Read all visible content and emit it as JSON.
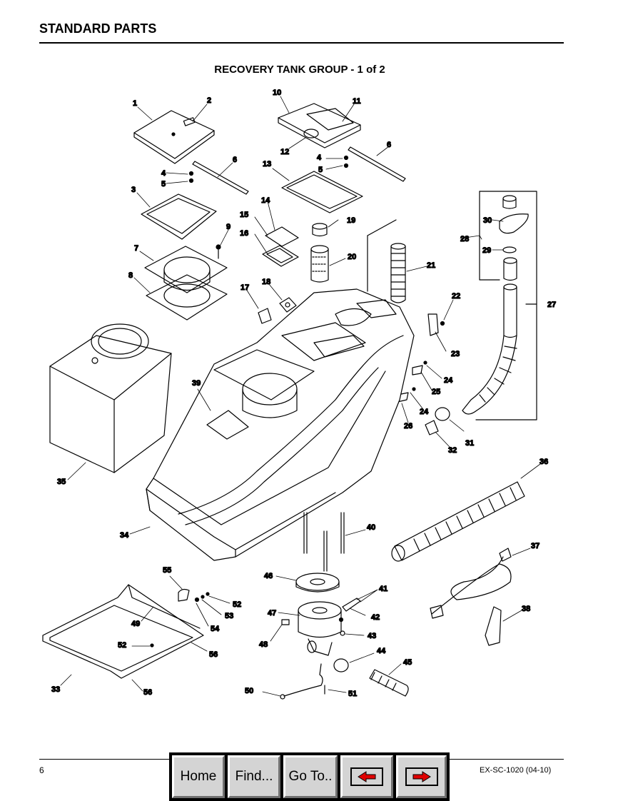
{
  "header": {
    "title": "STANDARD PARTS"
  },
  "section": {
    "title": "RECOVERY TANK GROUP - 1 of 2"
  },
  "callouts": [
    {
      "id": "c1",
      "text": "1"
    },
    {
      "id": "c2",
      "text": "2"
    },
    {
      "id": "c3",
      "text": "3"
    },
    {
      "id": "c4a",
      "text": "4"
    },
    {
      "id": "c4b",
      "text": "4"
    },
    {
      "id": "c5a",
      "text": "5"
    },
    {
      "id": "c5b",
      "text": "5"
    },
    {
      "id": "c6a",
      "text": "6"
    },
    {
      "id": "c6b",
      "text": "6"
    },
    {
      "id": "c7",
      "text": "7"
    },
    {
      "id": "c8",
      "text": "8"
    },
    {
      "id": "c9",
      "text": "9"
    },
    {
      "id": "c10",
      "text": "10"
    },
    {
      "id": "c11",
      "text": "11"
    },
    {
      "id": "c12",
      "text": "12"
    },
    {
      "id": "c13",
      "text": "13"
    },
    {
      "id": "c14",
      "text": "14"
    },
    {
      "id": "c15",
      "text": "15"
    },
    {
      "id": "c16",
      "text": "16"
    },
    {
      "id": "c17",
      "text": "17"
    },
    {
      "id": "c18",
      "text": "18"
    },
    {
      "id": "c19",
      "text": "19"
    },
    {
      "id": "c20",
      "text": "20"
    },
    {
      "id": "c21",
      "text": "21"
    },
    {
      "id": "c22",
      "text": "22"
    },
    {
      "id": "c23",
      "text": "23"
    },
    {
      "id": "c24a",
      "text": "24"
    },
    {
      "id": "c24b",
      "text": "24"
    },
    {
      "id": "c25",
      "text": "25"
    },
    {
      "id": "c26",
      "text": "26"
    },
    {
      "id": "c27",
      "text": "27"
    },
    {
      "id": "c28",
      "text": "28"
    },
    {
      "id": "c29",
      "text": "29"
    },
    {
      "id": "c30",
      "text": "30"
    },
    {
      "id": "c31",
      "text": "31"
    },
    {
      "id": "c32",
      "text": "32"
    },
    {
      "id": "c33",
      "text": "33"
    },
    {
      "id": "c34",
      "text": "34"
    },
    {
      "id": "c35",
      "text": "35"
    },
    {
      "id": "c36",
      "text": "36"
    },
    {
      "id": "c37",
      "text": "37"
    },
    {
      "id": "c38",
      "text": "38"
    },
    {
      "id": "c39",
      "text": "39"
    },
    {
      "id": "c40",
      "text": "40"
    },
    {
      "id": "c41",
      "text": "41"
    },
    {
      "id": "c42",
      "text": "42"
    },
    {
      "id": "c43",
      "text": "43"
    },
    {
      "id": "c44",
      "text": "44"
    },
    {
      "id": "c45",
      "text": "45"
    },
    {
      "id": "c46",
      "text": "46"
    },
    {
      "id": "c47",
      "text": "47"
    },
    {
      "id": "c48",
      "text": "48"
    },
    {
      "id": "c49",
      "text": "49"
    },
    {
      "id": "c50",
      "text": "50"
    },
    {
      "id": "c51",
      "text": "51"
    },
    {
      "id": "c52a",
      "text": "52"
    },
    {
      "id": "c52b",
      "text": "52"
    },
    {
      "id": "c53",
      "text": "53"
    },
    {
      "id": "c54",
      "text": "54"
    },
    {
      "id": "c55",
      "text": "55"
    },
    {
      "id": "c56a",
      "text": "56"
    },
    {
      "id": "c56b",
      "text": "56"
    }
  ],
  "footer": {
    "page_number": "6",
    "doc_code": "EX-SC-1020 (04-10)"
  },
  "nav": {
    "home_label": "Home",
    "find_label": "Find...",
    "goto_label": "Go To..",
    "prev_icon": "left-arrow-icon",
    "next_icon": "right-arrow-icon",
    "arrow_color": "#e00000"
  }
}
